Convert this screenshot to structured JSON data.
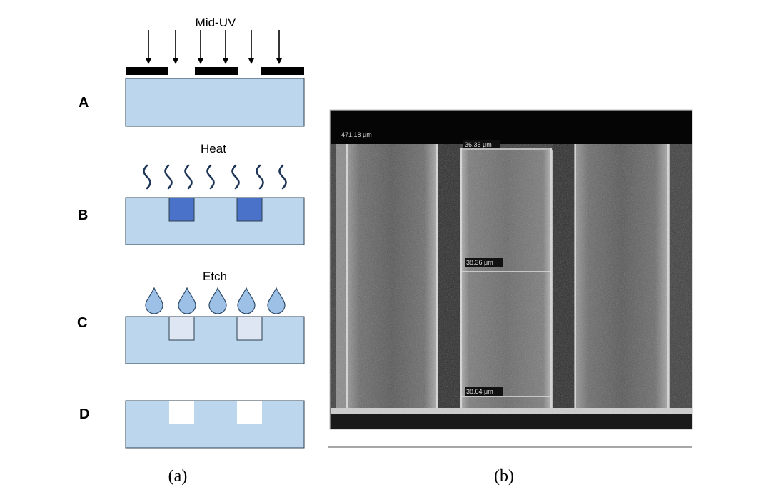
{
  "panel_a": {
    "caption": "(a)",
    "steps": [
      {
        "letter": "A",
        "process_label": "Mid-UV"
      },
      {
        "letter": "B",
        "process_label": "Heat"
      },
      {
        "letter": "C",
        "process_label": "Etch"
      },
      {
        "letter": "D",
        "process_label": ""
      }
    ]
  },
  "panel_b": {
    "caption": "(b)",
    "sem_labels": {
      "top_left": "471.18 μm",
      "measure_top": "36.36 μm",
      "measure_mid": "38.36 μm",
      "measure_bottom": "38.64 μm"
    }
  },
  "colors": {
    "substrate_fill": "#bcd6ee",
    "substrate_stroke": "#2e4050",
    "exposed_fill": "#4a72c8",
    "etched_fill": "#dde6f2",
    "droplet_fill": "#9cc0e6",
    "wave_stroke": "#1f3558",
    "mask_fill": "#000000"
  }
}
